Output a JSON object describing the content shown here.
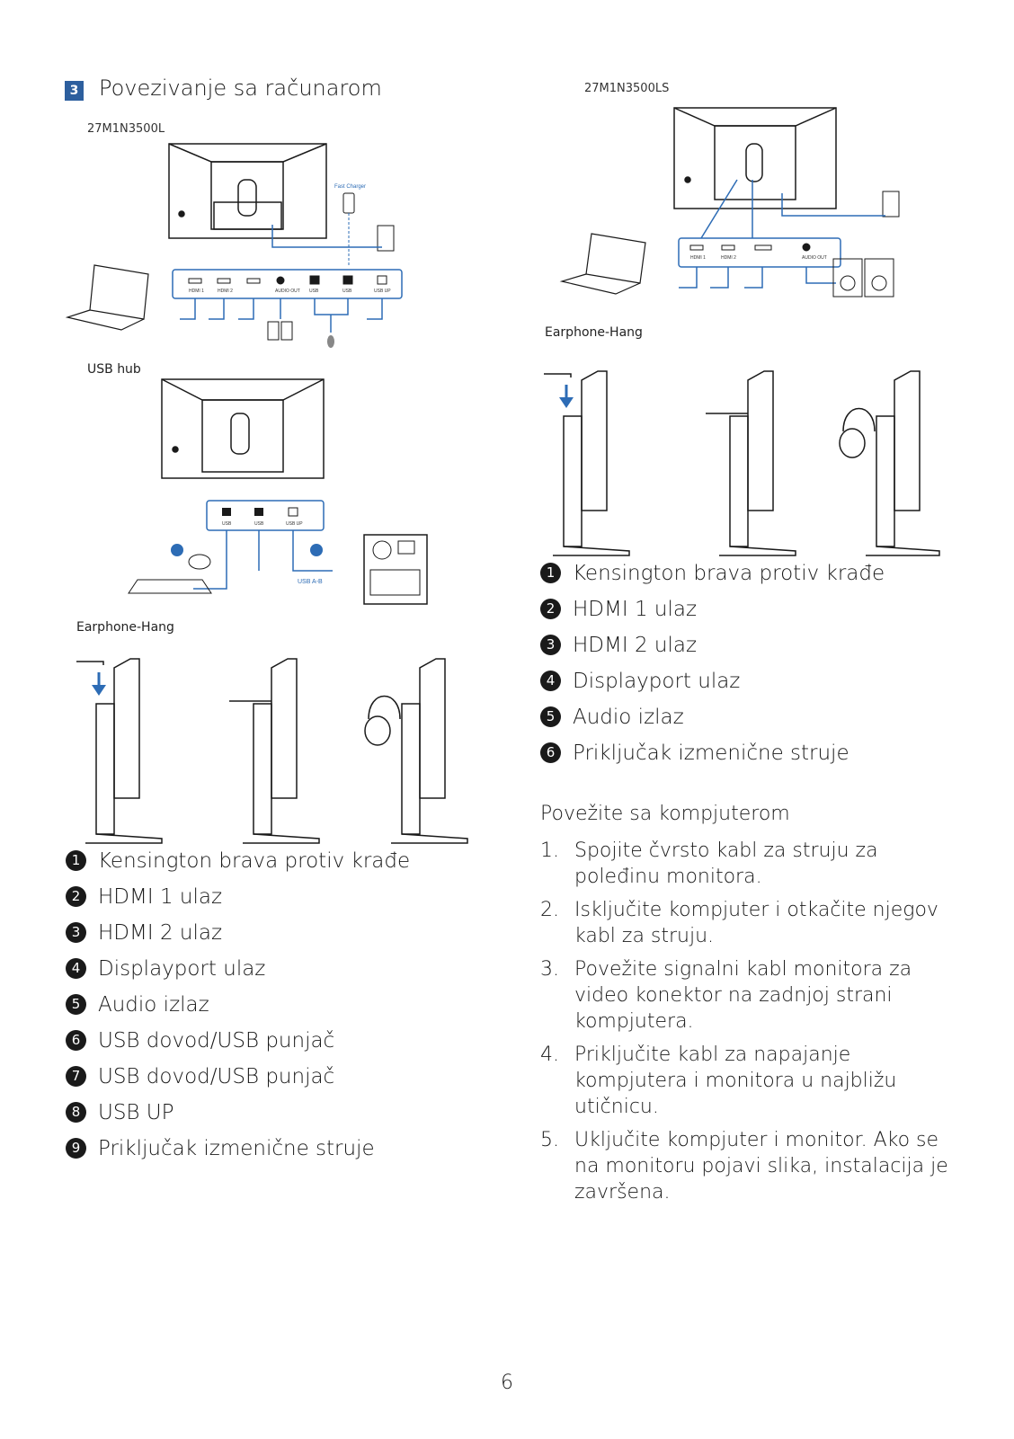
{
  "section": {
    "number": "3",
    "title": "Povezivanje sa računarom"
  },
  "left": {
    "model": "27M1N3500L",
    "diagram_labels": {
      "fast_charger": "Fast Charger",
      "ports": [
        "HDMI 1",
        "HDMI 2",
        "",
        "AUDIO OUT",
        "USB",
        "USB",
        "USB UP"
      ]
    },
    "usb_hub_caption": "USB hub",
    "usb_hub_labels": {
      "ports": [
        "USB",
        "USB",
        "USB UP"
      ],
      "cable": "USB A-B"
    },
    "earphone_caption": "Earphone-Hang",
    "legend": [
      {
        "num": "1",
        "text": "Kensington brava protiv krađe"
      },
      {
        "num": "2",
        "text": "HDMI 1 ulaz"
      },
      {
        "num": "3",
        "text": "HDMI 2 ulaz"
      },
      {
        "num": "4",
        "text": "Displayport ulaz"
      },
      {
        "num": "5",
        "text": "Audio izlaz"
      },
      {
        "num": "6",
        "text": "USB dovod/USB punjač"
      },
      {
        "num": "7",
        "text": "USB dovod/USB punjač"
      },
      {
        "num": "8",
        "text": "USB UP"
      },
      {
        "num": "9",
        "text": "Priključak izmenične struje"
      }
    ]
  },
  "right": {
    "model": "27M1N3500LS",
    "diagram_labels": {
      "ports": [
        "HDMI 1",
        "HDMI 2",
        "",
        "AUDIO OUT"
      ]
    },
    "earphone_caption": "Earphone-Hang",
    "legend": [
      {
        "num": "1",
        "text": "Kensington brava protiv krađe"
      },
      {
        "num": "2",
        "text": "HDMI 1 ulaz"
      },
      {
        "num": "3",
        "text": "HDMI 2 ulaz"
      },
      {
        "num": "4",
        "text": "Displayport ulaz"
      },
      {
        "num": "5",
        "text": "Audio izlaz"
      },
      {
        "num": "6",
        "text": "Priključak izmenične struje"
      }
    ],
    "connect_title": "Povežite sa kompjuterom",
    "steps": [
      {
        "num": "1.",
        "text": "Spojite čvrsto kabl za struju za poleđinu monitora."
      },
      {
        "num": "2.",
        "text": "Isključite kompjuter i otkačite njegov kabl za struju."
      },
      {
        "num": "3.",
        "text": "Povežite signalni kabl monitora za video konektor na zadnjoj strani kompjutera."
      },
      {
        "num": "4.",
        "text": "Priključite kabl za napajanje kompjutera i monitora u najbližu utičnicu."
      },
      {
        "num": "5.",
        "text": "Uključite kompjuter i monitor. Ako se na monitoru pojavi slika, instalacija je završena."
      }
    ]
  },
  "page_number": "6",
  "colors": {
    "accent": "#2d6cb5",
    "heading_box": "#2d5f9e",
    "line": "#1a1a1a"
  }
}
